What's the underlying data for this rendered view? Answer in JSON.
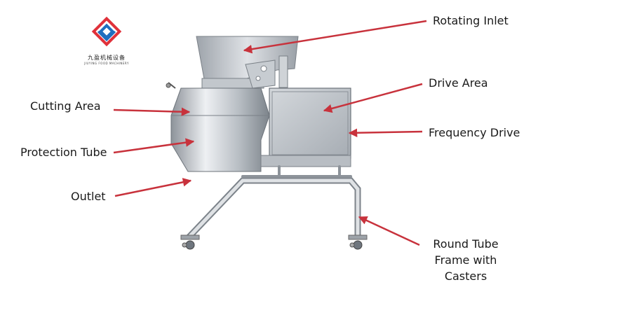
{
  "logo": {
    "name": "jiuying-logo",
    "text_cn": "九盈机械设备",
    "text_en": "JIUYING FOOD MACHINERY"
  },
  "labels": {
    "rotating_inlet": "Rotating Inlet",
    "cutting_area": "Cutting Area",
    "drive_area": "Drive Area",
    "frequency_drive": "Frequency Drive",
    "protection_tube": "Protection Tube",
    "outlet": "Outlet",
    "frame_line1": "Round Tube",
    "frame_line2": "Frame with",
    "frame_line3": "Casters"
  },
  "colors": {
    "arrow": "#c8323c",
    "metal_light": "#d9dde2",
    "metal_mid": "#a9afb6",
    "metal_dark": "#6f767e",
    "logo_red": "#e0313a",
    "logo_blue": "#1f6fbf"
  }
}
